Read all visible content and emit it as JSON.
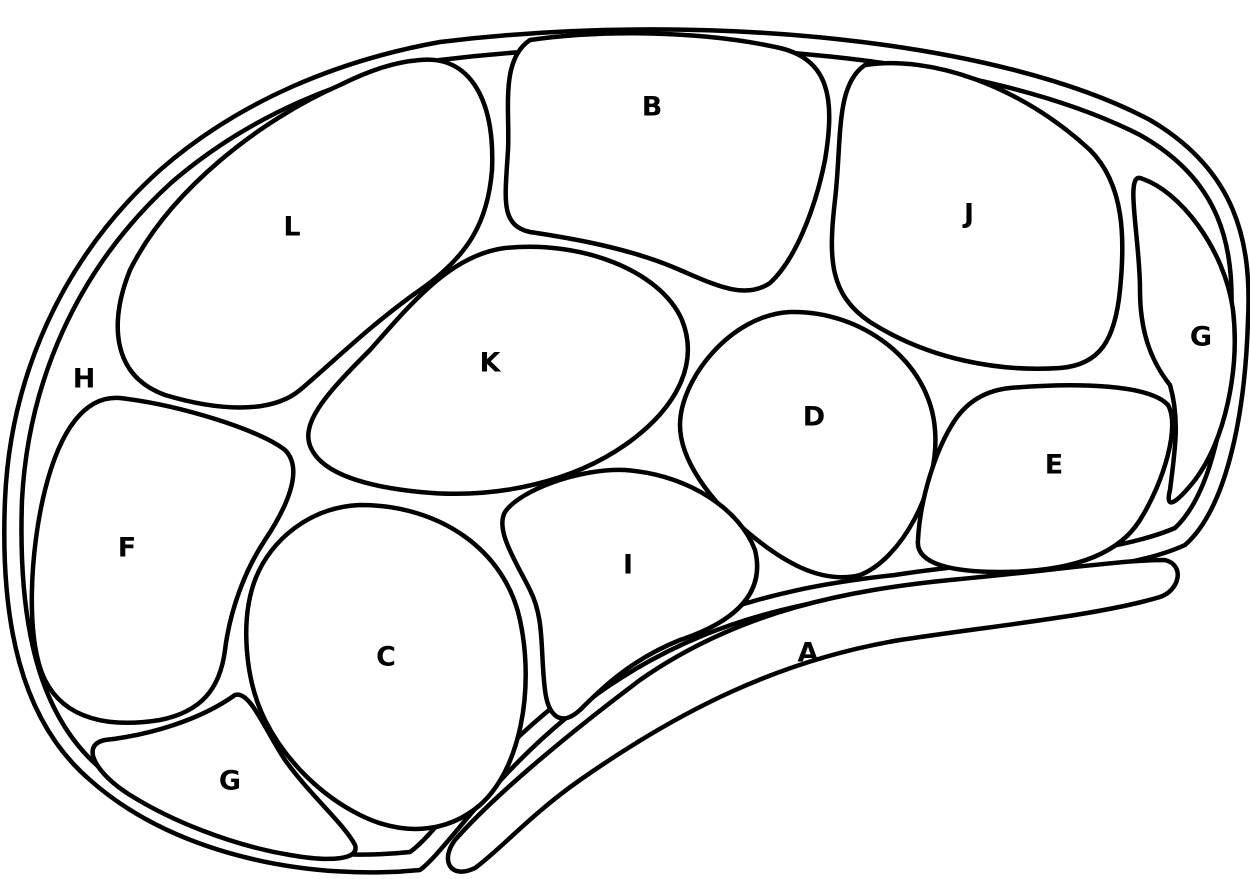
{
  "labels": {
    "A": "A",
    "B": "B",
    "C": "C",
    "D": "D",
    "E": "E",
    "F": "F",
    "G_bottom": "G",
    "G_right": "G",
    "H": "H",
    "I": "I",
    "J": "J",
    "K": "K",
    "L": "L"
  },
  "colors": {
    "stroke": "#000000",
    "background": "#ffffff"
  }
}
